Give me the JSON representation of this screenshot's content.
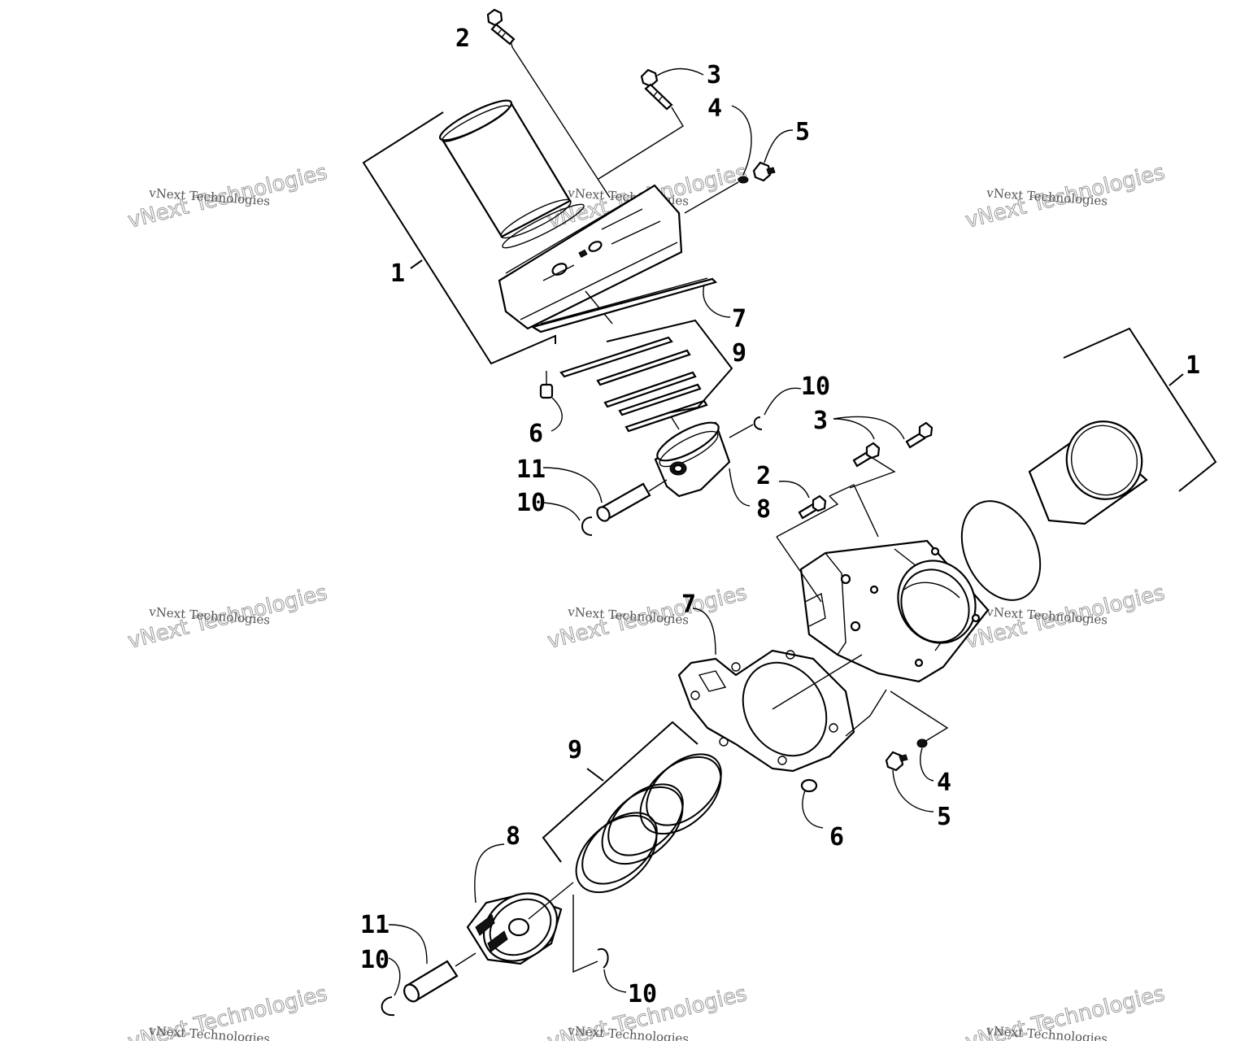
{
  "callouts": {
    "top_1": "1",
    "top_2": "2",
    "top_3": "3",
    "top_4": "4",
    "top_5": "5",
    "top_6": "6",
    "top_7": "7",
    "top_8": "8",
    "top_9": "9",
    "top_10a": "10",
    "top_10b": "10",
    "top_11": "11",
    "bot_1": "1",
    "bot_2": "2",
    "bot_3": "3",
    "bot_4": "4",
    "bot_5": "5",
    "bot_6": "6",
    "bot_7": "7",
    "bot_8": "8",
    "bot_9": "9",
    "bot_10a": "10",
    "bot_10b": "10",
    "bot_11": "11"
  },
  "watermark": {
    "line1": "vNext Technologies",
    "line2": "vNext Technologies"
  }
}
